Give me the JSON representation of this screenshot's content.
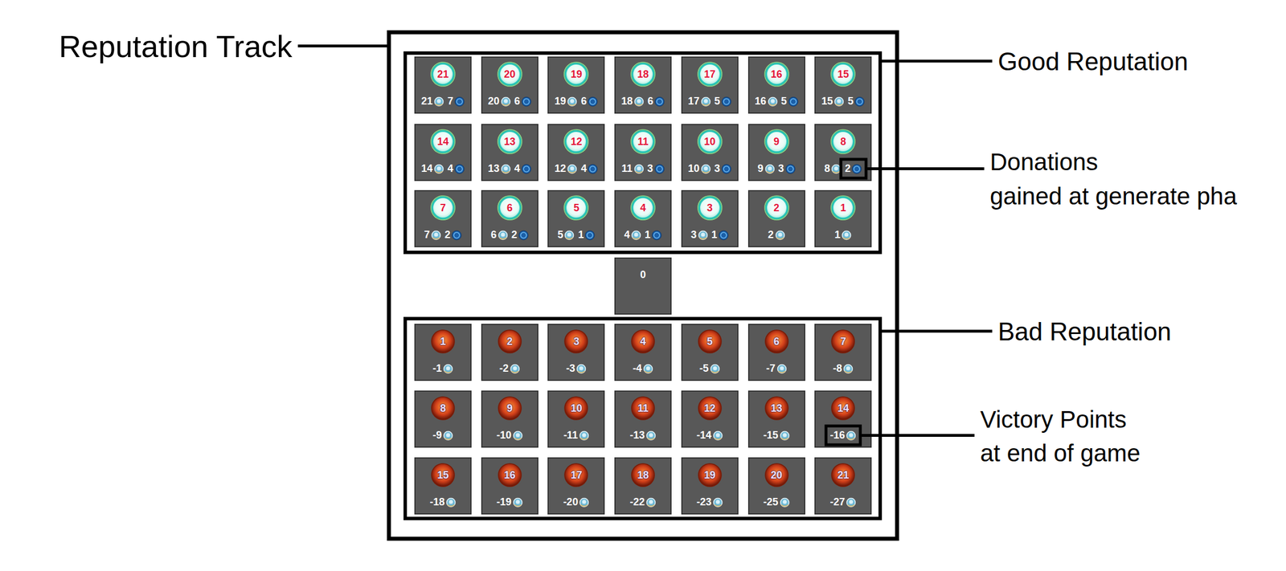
{
  "diagram": {
    "nodes": [
      {
        "text": [
          "Reputation Track"
        ]
      },
      {
        "text": [
          "Good Reputation"
        ],
        "in": 0
      },
      {
        "text": [
          "21",
          "21",
          "7"
        ],
        "in": 1
      },
      {
        "text": [
          "20",
          "20",
          "6"
        ],
        "in": 1
      },
      {
        "text": [
          "19",
          "19",
          "6"
        ],
        "in": 1
      },
      {
        "text": [
          "18",
          "18",
          "6"
        ],
        "in": 1
      },
      {
        "text": [
          "17",
          "17",
          "5"
        ],
        "in": 1
      },
      {
        "text": [
          "16",
          "16",
          "5"
        ],
        "in": 1
      },
      {
        "text": [
          "15",
          "15",
          "5"
        ],
        "in": 1
      },
      {
        "text": [
          "14",
          "14",
          "4"
        ],
        "in": 1
      },
      {
        "text": [
          "13",
          "13",
          "4"
        ],
        "in": 1
      },
      {
        "text": [
          "12",
          "12",
          "4"
        ],
        "in": 1
      },
      {
        "text": [
          "11",
          "11",
          "3"
        ],
        "in": 1
      },
      {
        "text": [
          "10",
          "10",
          "3"
        ],
        "in": 1
      },
      {
        "text": [
          "9",
          "9",
          "3"
        ],
        "in": 1
      },
      {
        "text": [
          "8",
          "8",
          "2"
        ],
        "in": 1
      },
      {
        "text": [
          "7",
          "7",
          "2"
        ],
        "in": 1
      },
      {
        "text": [
          "6",
          "6",
          "2"
        ],
        "in": 1
      },
      {
        "text": [
          "5",
          "5",
          "1"
        ],
        "in": 1
      },
      {
        "text": [
          "4",
          "4",
          "1"
        ],
        "in": 1
      },
      {
        "text": [
          "3",
          "3",
          "1"
        ],
        "in": 1
      },
      {
        "text": [
          "2",
          "2"
        ],
        "in": 1
      },
      {
        "text": [
          "1",
          "1"
        ],
        "in": 1
      },
      {
        "text": [
          "0"
        ],
        "in": 0
      },
      {
        "text": [
          "Bad Reputation"
        ],
        "in": 0
      },
      {
        "text": [
          "1",
          "-1"
        ],
        "in": 24
      },
      {
        "text": [
          "2",
          "-2"
        ],
        "in": 24
      },
      {
        "text": [
          "3",
          "-3"
        ],
        "in": 24
      },
      {
        "text": [
          "4",
          "-4"
        ],
        "in": 24
      },
      {
        "text": [
          "5",
          "-5"
        ],
        "in": 24
      },
      {
        "text": [
          "6",
          "-7"
        ],
        "in": 24
      },
      {
        "text": [
          "7",
          "-8"
        ],
        "in": 24
      },
      {
        "text": [
          "8",
          "-9"
        ],
        "in": 24
      },
      {
        "text": [
          "9",
          "-10"
        ],
        "in": 24
      },
      {
        "text": [
          "10",
          "-11"
        ],
        "in": 24
      },
      {
        "text": [
          "11",
          "-13"
        ],
        "in": 24
      },
      {
        "text": [
          "12",
          "-14"
        ],
        "in": 24
      },
      {
        "text": [
          "13",
          "-15"
        ],
        "in": 24
      },
      {
        "text": [
          "14",
          "-16"
        ],
        "in": 24
      },
      {
        "text": [
          "15",
          "-18"
        ],
        "in": 24
      },
      {
        "text": [
          "16",
          "-19"
        ],
        "in": 24
      },
      {
        "text": [
          "17",
          "-20"
        ],
        "in": 24
      },
      {
        "text": [
          "18",
          "-22"
        ],
        "in": 24
      },
      {
        "text": [
          "19",
          "-23"
        ],
        "in": 24
      },
      {
        "text": [
          "20",
          "-25"
        ],
        "in": 24
      },
      {
        "text": [
          "21",
          "-27"
        ],
        "in": 24
      }
    ],
    "labels": [
      "Donations",
      "gained at generate pha",
      "Victory Points",
      "at end of game"
    ]
  }
}
